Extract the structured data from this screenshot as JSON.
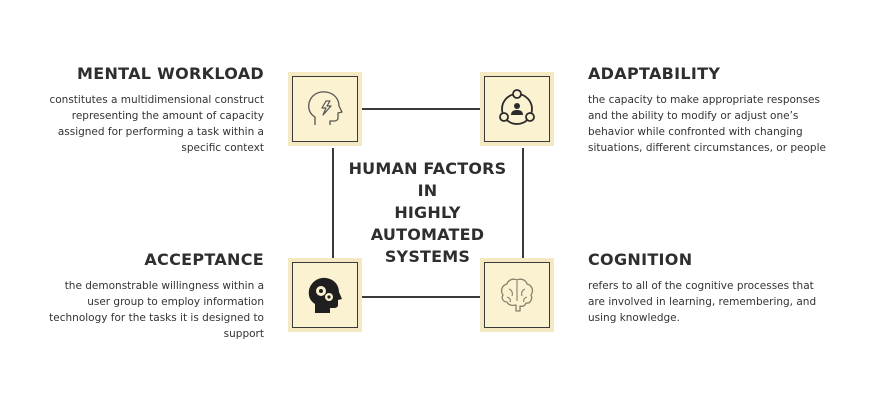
{
  "center": {
    "line1": "HUMAN FACTORS",
    "line2": "IN",
    "line3": "HIGHLY AUTOMATED",
    "line4": "SYSTEMS"
  },
  "factors": {
    "mental_workload": {
      "title": "MENTAL WORKLOAD",
      "description": "constitutes a multidimensional construct representing the amount of capacity assigned for performing a task within a specific context",
      "icon": "head-lightning-icon"
    },
    "adaptability": {
      "title": "ADAPTABILITY",
      "description": "the capacity to make appropriate responses and the ability to modify or adjust one’s behavior while confronted with changing situations, different circumstances, or people",
      "icon": "adaptability-cycle-icon"
    },
    "acceptance": {
      "title": "ACCEPTANCE",
      "description": "the demonstrable willingness within a user group to employ information technology for the tasks it is designed to support",
      "icon": "head-gears-icon"
    },
    "cognition": {
      "title": "COGNITION",
      "description": "refers to all of the cognitive processes that are involved in learning, remembering, and using knowledge.",
      "icon": "brain-icon"
    }
  },
  "colors": {
    "box_fill": "#fbf2d2",
    "box_shadow": "#f5e9c3",
    "line": "#3a3a3a",
    "text": "#333333"
  }
}
